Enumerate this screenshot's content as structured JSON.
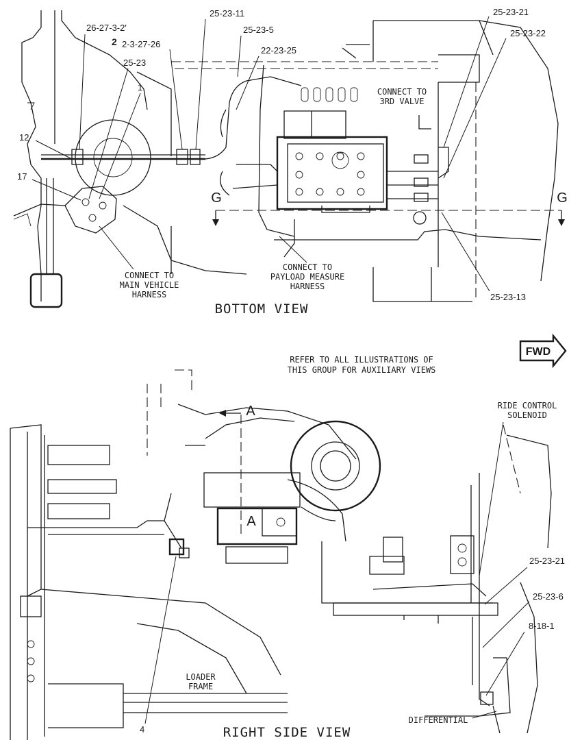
{
  "bottom_view": {
    "title": "BOTTOM VIEW",
    "section_marker": "G",
    "callouts": {
      "c_26_27_3_2": "26-27-3-2'",
      "c_2": "2",
      "c_2_3_27_26": "2-3-27-26",
      "c_25_23": "25-23",
      "c_1": "1",
      "c_12": "12",
      "c_17": "17",
      "c_25_23_11": "25-23-11",
      "c_25_23_5": "25-23-5",
      "c_22_23_25": "22-23-25",
      "c_25_23_21": "25-23-21",
      "c_25_23_22": "25-23-22",
      "c_25_23_13": "25-23-13"
    },
    "notes": {
      "third_valve": [
        "CONNECT TO",
        "3RD VALVE"
      ],
      "main_harness": [
        "CONNECT TO",
        "MAIN VEHICLE",
        "HARNESS"
      ],
      "payload_harness": [
        "CONNECT TO",
        "PAYLOAD MEASURE",
        "HARNESS"
      ]
    }
  },
  "fwd_label": "FWD",
  "refer_note": [
    "REFER TO ALL ILLUSTRATIONS OF",
    "THIS GROUP FOR AUXILIARY VIEWS"
  ],
  "right_view": {
    "title": "RIGHT SIDE VIEW",
    "section_marker": "A",
    "callouts": {
      "c_25_23_21": "25-23-21",
      "c_25_23_6": "25-23-6",
      "c_8_18_1": "8-18-1",
      "c_4": "4"
    },
    "notes": {
      "ride_control": [
        "RIDE CONTROL",
        "SOLENOID"
      ],
      "loader_frame": [
        "LOADER",
        "FRAME"
      ],
      "differential": "DIFFERENTIAL"
    }
  }
}
